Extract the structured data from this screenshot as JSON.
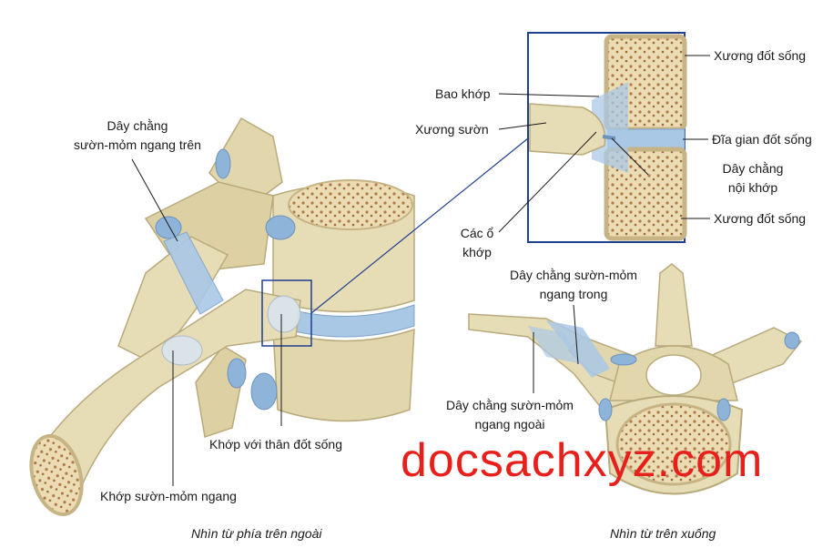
{
  "labels": {
    "sup_costotransverse_lig_l1": "Dây chằng",
    "sup_costotransverse_lig_l2": "sườn-mỏm ngang trên",
    "joint_capsule": "Bao khớp",
    "rib": "Xương sườn",
    "vertebra_upper": "Xương đốt sống",
    "disc": "Đĩa gian đốt sống",
    "intraarticular_lig_l1": "Dây chằng",
    "intraarticular_lig_l2": "nội khớp",
    "vertebra_lower": "Xương đốt sống",
    "facets_l1": "Các ổ",
    "facets_l2": "khớp",
    "med_costotransverse_lig_l1": "Dây chằng sườn-mỏm",
    "med_costotransverse_lig_l2": "ngang trong",
    "lat_costotransverse_lig_l1": "Dây chằng sườn-mỏm",
    "lat_costotransverse_lig_l2": "ngang ngoài",
    "costovertebral_joint": "Khớp với thân đốt sống",
    "costotransverse_joint": "Khớp sườn-mỏm ngang"
  },
  "captions": {
    "left_view": "Nhìn từ phía trên ngoài",
    "right_view": "Nhìn từ trên xuống"
  },
  "watermark": "docsachxyz.com",
  "colors": {
    "bone": "#e6dcb6",
    "bone_shadow": "#cbbd8f",
    "ligament": "#a9c8e6",
    "cartilage": "#8fb4d9",
    "inset_frame": "#1f3f8f",
    "watermark": "#e8201c"
  }
}
